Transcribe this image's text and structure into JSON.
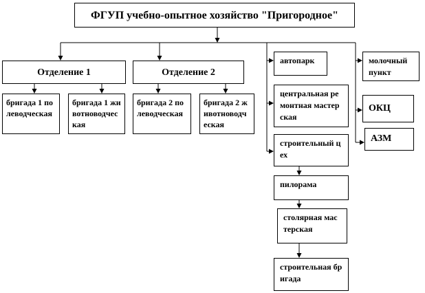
{
  "title": "ФГУП учебно-опытное хозяйство \"Пригородное\"",
  "divisions": [
    "Отделение 1",
    "Отделение 2"
  ],
  "brigades": [
    "бригада 1 полеводческая",
    "бригада 1 животноводческая",
    "бригада 2 полеводческая",
    "бригада  2 животноводческая"
  ],
  "services": [
    "автопарк",
    "центральная ремонтная мастерская",
    "строительный цех"
  ],
  "construction_chain": [
    "пилорама",
    "столярная мастерская",
    "строительная бригада"
  ],
  "other_units": [
    "молочный пункт",
    "ОКЦ",
    "АЗМ"
  ]
}
